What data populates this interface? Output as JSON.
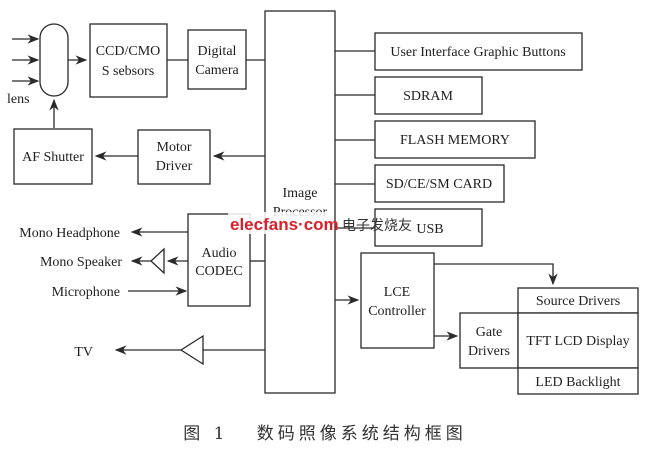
{
  "diagram": {
    "title": "Digital camera system block diagram",
    "blocks": {
      "lens": "lens",
      "ccd": [
        "CCD/CMO",
        "S sebsors"
      ],
      "digital_camera": [
        "Digital",
        "Camera"
      ],
      "af_shutter": "AF Shutter",
      "motor_driver": [
        "Motor",
        "Driver"
      ],
      "image_processor": [
        "Image",
        "Processor"
      ],
      "ui_buttons": "User Interface Graphic Buttons",
      "sdram": "SDRAM",
      "flash": "FLASH MEMORY",
      "card": "SD/CE/SM CARD",
      "usb": "USB",
      "audio_codec": [
        "Audio",
        "CODEC"
      ],
      "lce_controller": [
        "LCE",
        "Controller"
      ],
      "gate_drivers": [
        "Gate",
        "Drivers"
      ],
      "source_drivers": "Source Drivers",
      "tft_display": "TFT LCD Display",
      "led_backlight": "LED Backlight"
    },
    "external": {
      "headphone": "Mono Headphone",
      "speaker": "Mono Speaker",
      "microphone": "Microphone",
      "tv": "TV"
    },
    "caption": "图 1   数码照像系统结构框图",
    "watermark": {
      "brand": "elecfans·com",
      "cn": "电子发烧友",
      "color": "#d8202a"
    }
  }
}
